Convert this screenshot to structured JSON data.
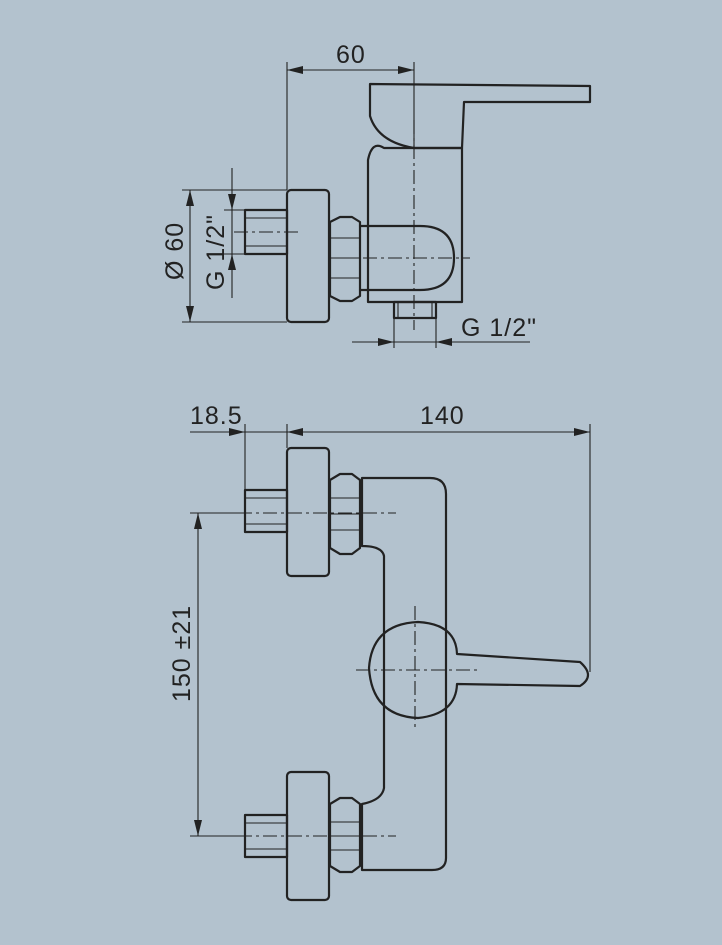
{
  "dimensions": {
    "top_width": "60",
    "top_diameter": "Ø 60",
    "top_inlet_thread": "G 1/2\"",
    "top_outlet_thread": "G 1/2\"",
    "front_offset": "18.5",
    "front_length": "140",
    "front_centers": "150 ±21"
  },
  "colors": {
    "background": "#b3c2ce",
    "line": "#222222"
  }
}
